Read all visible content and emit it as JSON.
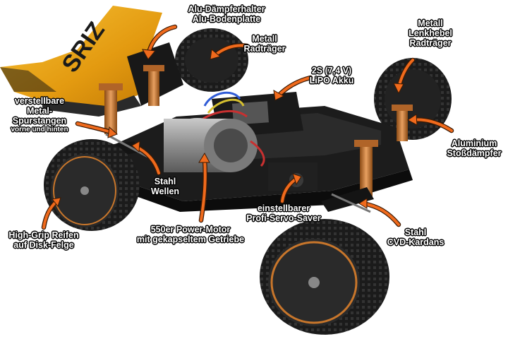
{
  "brand_text": "SRIZ",
  "colors": {
    "accent_arrow": "#f06a1c",
    "body_yellow": "#f3b21a",
    "tire_black": "#1c1c1c",
    "metal_orange": "#c8762b"
  },
  "labels": {
    "alu_daempferhalter": {
      "line1": "Alu-Dämpferhalter",
      "line2": "Alu-Bodenplatte"
    },
    "metall_radtraeger": {
      "line1": "Metall",
      "line2": "Radträger"
    },
    "metall_lenkhebel": {
      "line1": "Metall",
      "line2": "Lenkhebel",
      "line3": "Radträger"
    },
    "akku": {
      "line1": "2S (7,4 V)",
      "line2": "LiPO Akku"
    },
    "spurstangen": {
      "line1": "verstellbare",
      "line2": "Metal-",
      "line3": "Spurstangen",
      "line4": "vorne und hinten"
    },
    "alu_stossdaempfer": {
      "line1": "Aluminium",
      "line2": "Stoßdämpfer"
    },
    "stahl_wellen": {
      "line1": "Stahl",
      "line2": "Wellen"
    },
    "servo_saver": {
      "line1": "einstellbarer",
      "line2": "Profi-Servo-Saver"
    },
    "reifen": {
      "line1": "High-Grip Reifen",
      "line2": "auf Disk-Felge"
    },
    "motor": {
      "line1": "550er Power-Motor",
      "line2": "mit gekapseltem Getriebe"
    },
    "kardans": {
      "line1": "Stahl",
      "line2": "CVD-Kardans"
    }
  }
}
